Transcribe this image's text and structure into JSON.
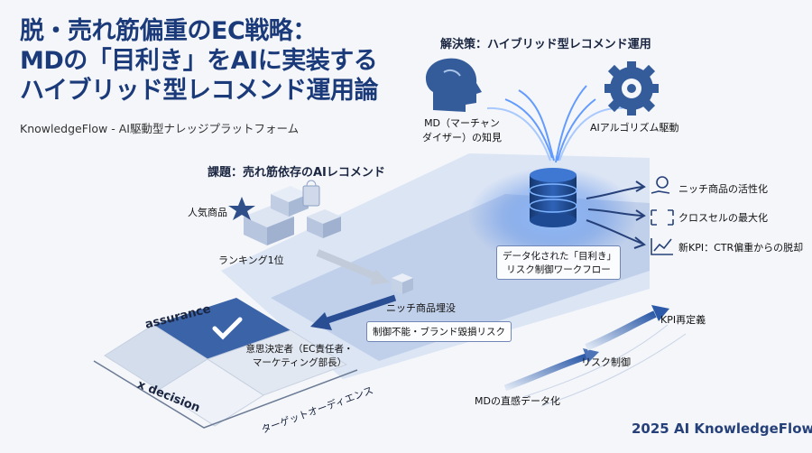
{
  "header": {
    "title_lines": [
      "脱・売れ筋偏重のEC戦略：",
      "MDの「目利き」をAIに実装する",
      "ハイブリッド型レコメンド運用論"
    ],
    "subtitle": "KnowledgeFlow - AI駆動型ナレッジプラットフォーム"
  },
  "solution": {
    "heading": "解決策：ハイブリッド型レコメンド運用",
    "md_label_1": "MD（マーチャン",
    "md_label_2": "ダイザー）の知見",
    "ai_label": "AIアルゴリズム駆動",
    "center_label_1": "データ化された「目利き」",
    "center_label_2": "リスク制御ワークフロー",
    "outputs": [
      "ニッチ商品の活性化",
      "クロスセルの最大化",
      "新KPI：CTR偏重からの脱却"
    ]
  },
  "problem": {
    "heading": "課題：売れ筋依存のAIレコメンド",
    "popular": "人気商品",
    "ranking": "ランキング1位",
    "niche_buried": "ニッチ商品埋没",
    "risk": "制御不能・ブランド毀損リスク"
  },
  "matrix": {
    "axis_y": "assurance",
    "axis_x": "x decision",
    "decision_maker_1": "意思決定者（EC責任者・",
    "decision_maker_2": "マーケティング部長）",
    "target": "ターゲットオーディエンス"
  },
  "steps": [
    "MDの直感データ化",
    "リスク制御",
    "KPI再定義"
  ],
  "footer": "2025 AI KnowledgeFlow",
  "colors": {
    "primary": "#1b3a7a",
    "accent": "#2f7bff",
    "glow": "#7fb4ff"
  }
}
